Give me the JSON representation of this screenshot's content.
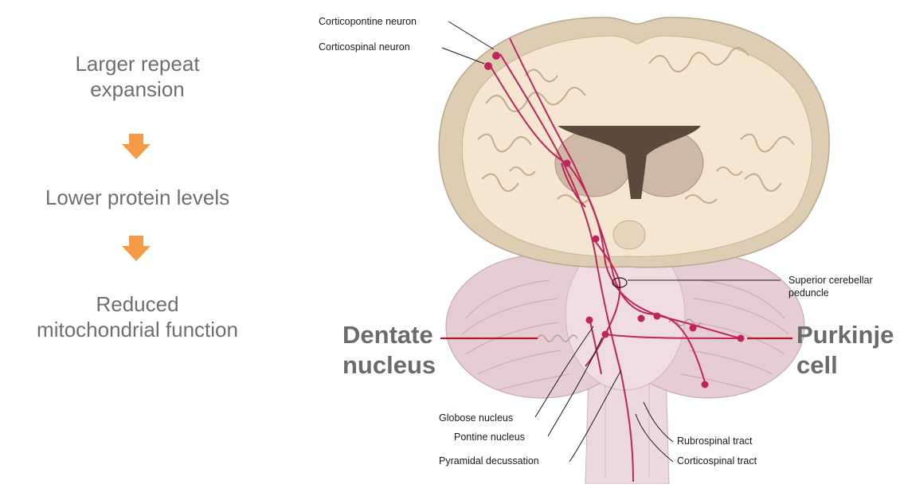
{
  "flow": {
    "steps": [
      "Larger repeat expansion",
      "Lower protein levels",
      "Reduced mitochondrial function"
    ],
    "step_lines": [
      [
        "Larger repeat",
        "expansion"
      ],
      [
        "Lower protein levels"
      ],
      [
        "Reduced",
        "mitochondrial function"
      ]
    ],
    "arrow_color": "#f59a45"
  },
  "diagram": {
    "labels": {
      "corticopontine": "Corticopontine neuron",
      "corticospinal_neuron": "Corticospinal neuron",
      "superior_peduncle_1": "Superior cerebellar",
      "superior_peduncle_2": "peduncle",
      "globose": "Globose nucleus",
      "pontine": "Pontine nucleus",
      "pyramidal": "Pyramidal decussation",
      "rubrospinal": "Rubrospinal tract",
      "corticospinal_tract": "Corticospinal tract"
    },
    "callouts": {
      "dentate_1": "Dentate",
      "dentate_2": "nucleus",
      "purkinje_1": "Purkinje",
      "purkinje_2": "cell"
    },
    "colors": {
      "pathway": "#c0245c",
      "callout_line": "#b01d2a",
      "cortex": "#d9cab0",
      "white_matter": "#f3e5cf",
      "cerebellum": "#e8cfd6",
      "ventricle": "#5b4a3b"
    }
  }
}
